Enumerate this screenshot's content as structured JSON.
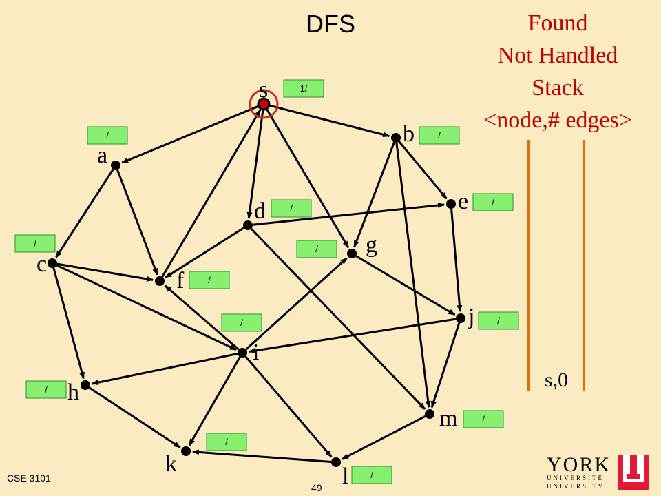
{
  "slide": {
    "title": "DFS",
    "footer_course": "CSE 3101",
    "page_number": "49"
  },
  "legend": {
    "line1": "Found",
    "line2": "Not Handled",
    "line3": "Stack",
    "line4": "<node,# edges>",
    "color": "#C00000"
  },
  "stack": {
    "entries": [
      "s,0"
    ],
    "bar_color": "#E46C0A"
  },
  "graph": {
    "nodes": [
      {
        "id": "s",
        "label": "s",
        "box": "1/",
        "highlighted": true
      },
      {
        "id": "a",
        "label": "a",
        "box": "/"
      },
      {
        "id": "b",
        "label": "b",
        "box": "/"
      },
      {
        "id": "c",
        "label": "c",
        "box": "/"
      },
      {
        "id": "d",
        "label": "d",
        "box": "/"
      },
      {
        "id": "e",
        "label": "e",
        "box": "/"
      },
      {
        "id": "f",
        "label": "f",
        "box": "/"
      },
      {
        "id": "g",
        "label": "g",
        "box": "/"
      },
      {
        "id": "h",
        "label": "h",
        "box": "/"
      },
      {
        "id": "i",
        "label": "i",
        "box": "/"
      },
      {
        "id": "j",
        "label": "j",
        "box": "/"
      },
      {
        "id": "k",
        "label": "k",
        "box": "/"
      },
      {
        "id": "l",
        "label": "l",
        "box": "/"
      },
      {
        "id": "m",
        "label": "m",
        "box": "/"
      }
    ],
    "edges": [
      {
        "from": "s",
        "to": "a"
      },
      {
        "from": "s",
        "to": "b"
      },
      {
        "from": "s",
        "to": "d"
      },
      {
        "from": "s",
        "to": "g"
      },
      {
        "from": "f",
        "to": "s"
      },
      {
        "from": "a",
        "to": "c"
      },
      {
        "from": "a",
        "to": "f"
      },
      {
        "from": "b",
        "to": "e"
      },
      {
        "from": "b",
        "to": "g"
      },
      {
        "from": "b",
        "to": "m"
      },
      {
        "from": "d",
        "to": "e"
      },
      {
        "from": "d",
        "to": "f"
      },
      {
        "from": "d",
        "to": "m"
      },
      {
        "from": "c",
        "to": "f"
      },
      {
        "from": "c",
        "to": "i"
      },
      {
        "from": "c",
        "to": "h"
      },
      {
        "from": "e",
        "to": "j"
      },
      {
        "from": "g",
        "to": "j"
      },
      {
        "from": "i",
        "to": "g"
      },
      {
        "from": "i",
        "to": "f"
      },
      {
        "from": "i",
        "to": "h"
      },
      {
        "from": "i",
        "to": "k"
      },
      {
        "from": "i",
        "to": "l"
      },
      {
        "from": "j",
        "to": "i"
      },
      {
        "from": "j",
        "to": "m"
      },
      {
        "from": "h",
        "to": "k"
      },
      {
        "from": "l",
        "to": "k"
      },
      {
        "from": "m",
        "to": "l"
      }
    ],
    "colors": {
      "node": "#000000",
      "edge": "#000000",
      "highlight_ring": "#C0302A",
      "highlight_dot": "#C00000",
      "box_fill": "#88F070",
      "box_border": "#2F8F2F"
    }
  },
  "logo": {
    "name": "YORK",
    "line2": "UNIVERSITÉ",
    "line3": "UNIVERSITY",
    "color": "#E31837"
  }
}
